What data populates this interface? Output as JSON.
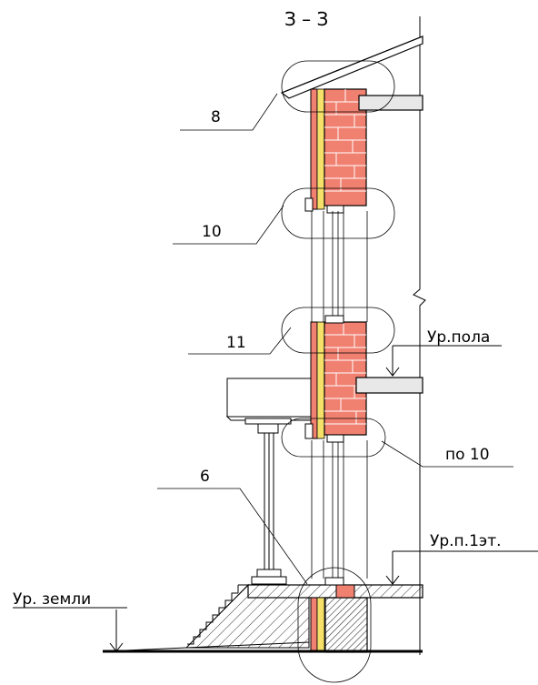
{
  "title": "З – З",
  "callouts": {
    "c8": "8",
    "c10": "10",
    "c11": "11",
    "c6": "6",
    "po10": "по 10"
  },
  "levels": {
    "floor": "Ур.пола",
    "first_floor": "Ур.п.1эт.",
    "ground": "Ур. земли"
  },
  "colors": {
    "brick": "#f08070",
    "insulation": "#f5e06a",
    "concrete": "#909090",
    "slab": "#e8e8e8"
  }
}
